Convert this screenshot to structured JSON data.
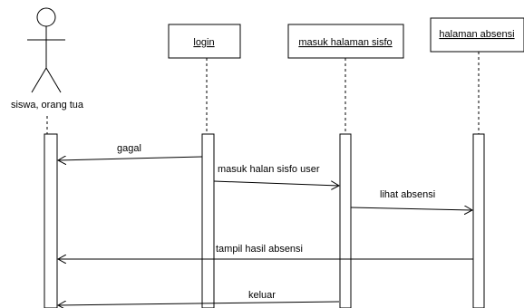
{
  "actor": {
    "name": "siswa, orang tua"
  },
  "objects": [
    {
      "id": "login",
      "label": "login"
    },
    {
      "id": "sisfo",
      "label": "masuk halaman sisfo"
    },
    {
      "id": "absensi",
      "label": "halaman absensi"
    }
  ],
  "messages": [
    {
      "label": "gagal",
      "from": "login",
      "to": "actor"
    },
    {
      "label": "masuk halan sisfo user",
      "from": "login",
      "to": "sisfo"
    },
    {
      "label": "lihat absensi",
      "from": "sisfo",
      "to": "absensi"
    },
    {
      "label": "tampil hasil absensi",
      "from": "absensi",
      "to": "actor"
    },
    {
      "label": "keluar",
      "from": "sisfo",
      "to": "actor"
    }
  ]
}
